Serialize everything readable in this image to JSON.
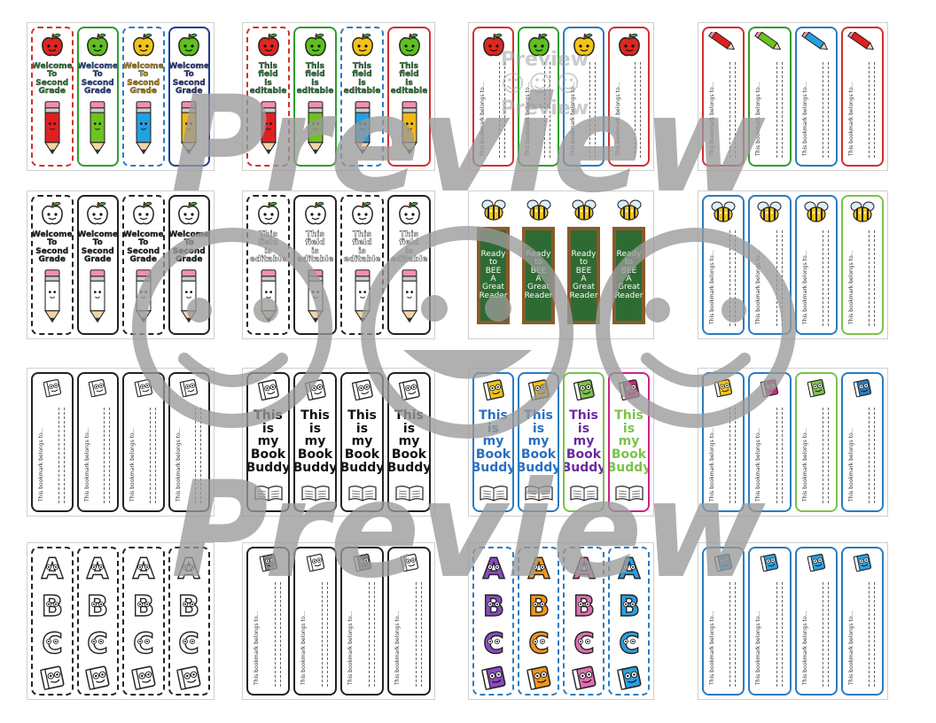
{
  "watermark": {
    "text": "Preview",
    "color": "#9a9a9a"
  },
  "small_watermark": {
    "text": "Preview"
  },
  "sheets": [
    {
      "id": "r1c1",
      "type": "icon-text",
      "icon": "apple",
      "text": "Welcome To Second Grade",
      "colors": [
        "#d32f2f",
        "#2e9e2e",
        "#2a7cc0",
        "#1e3f8f"
      ],
      "apple_colors": [
        "#e0261f",
        "#5cc21e",
        "#f3c317",
        "#5cc21e"
      ],
      "text_colors": [
        "#2e8b3a",
        "#2a4da8",
        "#c99a10",
        "#2e3d94"
      ],
      "pencil_colors": [
        "#e02020",
        "#6cc21e",
        "#22a0e0",
        "#f0b818"
      ],
      "border": [
        "dashed",
        "solid",
        "dashed",
        "solid"
      ]
    },
    {
      "id": "r1c2",
      "type": "icon-text",
      "icon": "apple",
      "text": "This field is editable",
      "colors": [
        "#d32f2f",
        "#2e9e2e",
        "#2a7cc0",
        "#d32f2f"
      ],
      "apple_colors": [
        "#e0261f",
        "#5cc21e",
        "#f3c317",
        "#5cc21e"
      ],
      "text_colors": [
        "#2e8b3a",
        "#2e8b3a",
        "#2e8b3a",
        "#2e8b3a"
      ],
      "pencil_colors": [
        "#e02020",
        "#6cc21e",
        "#22a0e0",
        "#f0b818"
      ],
      "border": [
        "dashed",
        "solid",
        "dashed",
        "solid"
      ]
    },
    {
      "id": "r1c3",
      "type": "icon-lines",
      "icon": "apple",
      "label": "This bookmark belongs to...",
      "colors": [
        "#d32f2f",
        "#2e9e2e",
        "#2a7cc0",
        "#d32f2f"
      ],
      "icon_colors": [
        "#e0261f",
        "#5cc21e",
        "#f3c317",
        "#e0261f"
      ]
    },
    {
      "id": "r1c4",
      "type": "icon-lines",
      "icon": "pencil",
      "label": "This bookmark belongs to...",
      "colors": [
        "#d32f2f",
        "#2e9e2e",
        "#2a7cc0",
        "#d32f2f"
      ],
      "icon_colors": [
        "#e02020",
        "#6cc21e",
        "#22a0e0",
        "#e02020"
      ]
    },
    {
      "id": "r2c1",
      "type": "icon-text",
      "icon": "apple",
      "text": "Welcome To Second Grade",
      "colors": [
        "#222",
        "#222",
        "#222",
        "#222"
      ],
      "apple_colors": [
        "#fff",
        "#fff",
        "#fff",
        "#fff"
      ],
      "text_colors": [
        "#222",
        "#222",
        "#222",
        "#222"
      ],
      "pencil_colors": [
        "#fff",
        "#fff",
        "#fff",
        "#fff"
      ],
      "border": [
        "dashed",
        "solid",
        "dashed",
        "solid"
      ]
    },
    {
      "id": "r2c2",
      "type": "icon-text",
      "icon": "apple",
      "text": "This field is editable",
      "colors": [
        "#222",
        "#222",
        "#222",
        "#222"
      ],
      "apple_colors": [
        "#fff",
        "#fff",
        "#fff",
        "#fff"
      ],
      "text_colors": [
        "#ffffff",
        "#ffffff",
        "#ffffff",
        "#ffffff"
      ],
      "pencil_colors": [
        "#fff",
        "#fff",
        "#fff",
        "#fff"
      ],
      "border": [
        "dashed",
        "solid",
        "dashed",
        "solid"
      ]
    },
    {
      "id": "r2c3",
      "type": "bee-board",
      "text": "Ready to BEE A Great Reader",
      "board_color": "#2e6b33",
      "frame_color": "#8a5a2b"
    },
    {
      "id": "r2c4",
      "type": "icon-lines",
      "icon": "bee",
      "label": "This bookmark belongs to...",
      "colors": [
        "#2a7cc0",
        "#2a7cc0",
        "#2a7cc0",
        "#7cc24a"
      ],
      "icon_colors": [
        "#f3c317",
        "#f3c317",
        "#f3c317",
        "#f3c317"
      ]
    },
    {
      "id": "r3c1",
      "type": "icon-lines",
      "icon": "book",
      "label": "This bookmark belongs to...",
      "colors": [
        "#222",
        "#222",
        "#222",
        "#222"
      ],
      "icon_colors": [
        "#fff",
        "#fff",
        "#fff",
        "#fff"
      ]
    },
    {
      "id": "r3c2",
      "type": "book-buddy",
      "text": "This is my Book Buddy",
      "colors": [
        "#222",
        "#222",
        "#222",
        "#222"
      ],
      "text_colors": [
        "#111",
        "#111",
        "#111",
        "#111"
      ],
      "icon_colors": [
        "#fff",
        "#fff",
        "#fff",
        "#fff"
      ]
    },
    {
      "id": "r3c3",
      "type": "book-buddy",
      "text": "This is my Book Buddy",
      "colors": [
        "#2a7cc0",
        "#2a7cc0",
        "#7cc24a",
        "#d0208a"
      ],
      "text_colors": [
        "#2a6fc0",
        "#2a6fc0",
        "#6a2aa0",
        "#7cc24a"
      ],
      "icon_colors": [
        "#f3c317",
        "#f3c317",
        "#7cc24a",
        "#e02080"
      ]
    },
    {
      "id": "r3c4",
      "type": "icon-lines",
      "icon": "book",
      "label": "This bookmark belongs to...",
      "colors": [
        "#2a7cc0",
        "#2a7cc0",
        "#7cc24a",
        "#2a7cc0"
      ],
      "icon_colors": [
        "#f3c317",
        "#e02080",
        "#7cc24a",
        "#2a7cc0"
      ]
    },
    {
      "id": "r4c1",
      "type": "letters",
      "letters": [
        "A",
        "B",
        "C"
      ],
      "colors": [
        "#222",
        "#222",
        "#222",
        "#222"
      ],
      "fill": [
        "#fff",
        "#fff",
        "#fff",
        "#fff"
      ],
      "border": "dashed"
    },
    {
      "id": "r4c2",
      "type": "icon-lines",
      "icon": "book",
      "label": "This bookmark belongs to...",
      "colors": [
        "#222",
        "#222",
        "#222",
        "#222"
      ],
      "icon_colors": [
        "#888",
        "#fff",
        "#888",
        "#fff"
      ]
    },
    {
      "id": "r4c3",
      "type": "letters",
      "letters": [
        "A",
        "B",
        "C"
      ],
      "colors": [
        "#2a7cc0",
        "#2a7cc0",
        "#2a7cc0",
        "#2a7cc0"
      ],
      "fill": [
        "#8a4ac0",
        "#f0961a",
        "#e070b0",
        "#2aa0e0"
      ],
      "border": "dashed"
    },
    {
      "id": "r4c4",
      "type": "icon-lines",
      "icon": "book",
      "label": "This bookmark belongs to...",
      "colors": [
        "#2a7cc0",
        "#2a7cc0",
        "#2a7cc0",
        "#2a7cc0"
      ],
      "icon_colors": [
        "#2aa0e0",
        "#2aa0e0",
        "#2aa0e0",
        "#2aa0e0"
      ]
    }
  ]
}
